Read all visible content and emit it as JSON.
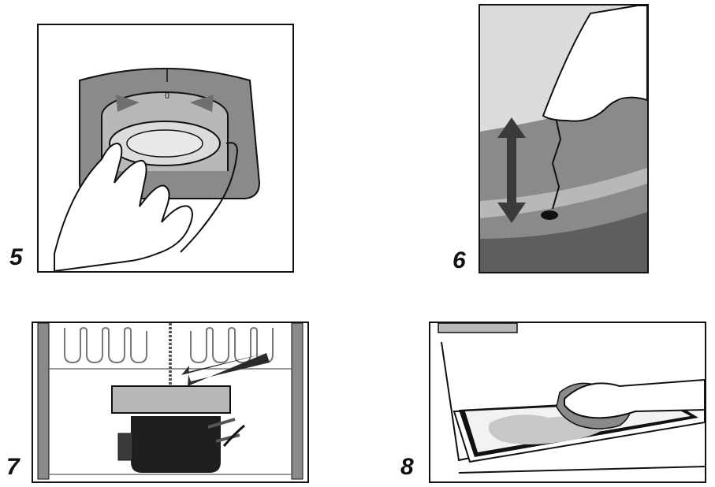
{
  "steps": [
    {
      "number": "5",
      "dial_mark": "0"
    },
    {
      "number": "6"
    },
    {
      "number": "7"
    },
    {
      "number": "8"
    }
  ],
  "colors": {
    "outline": "#111111",
    "dark_gray": "#8a8a8a",
    "mid_gray": "#b8b8b8",
    "light_gray": "#dcdcdc",
    "arrow_dark": "#2a2a2a",
    "compressor": "#1e1e1e"
  }
}
